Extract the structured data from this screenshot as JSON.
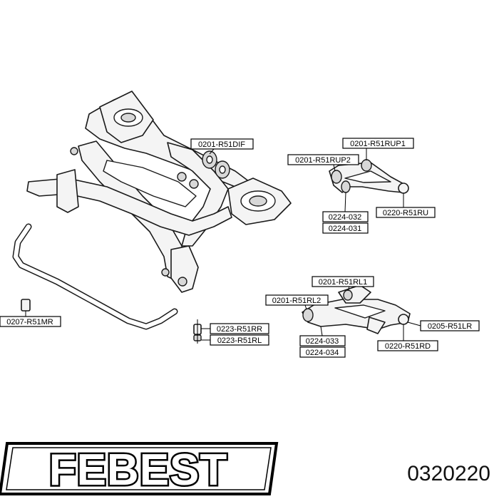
{
  "labels": {
    "l_0201_R51DIF": "0201-R51DIF",
    "l_0201_R51RUP1": "0201-R51RUP1",
    "l_0201_R51RUP2": "0201-R51RUP2",
    "l_0224_032": "0224-032",
    "l_0224_031": "0224-031",
    "l_0220_R51RU": "0220-R51RU",
    "l_0201_R51RL1": "0201-R51RL1",
    "l_0201_R51RL2": "0201-R51RL2",
    "l_0205_R51LR": "0205-R51LR",
    "l_0224_033": "0224-033",
    "l_0224_034": "0224-034",
    "l_0220_R51RD": "0220-R51RD",
    "l_0207_R51MR": "0207-R51MR",
    "l_0223_R51RR": "0223-R51RR",
    "l_0223_R51RL": "0223-R51RL"
  },
  "logo": {
    "brand": "FEBEST"
  },
  "part_number": "0320220"
}
